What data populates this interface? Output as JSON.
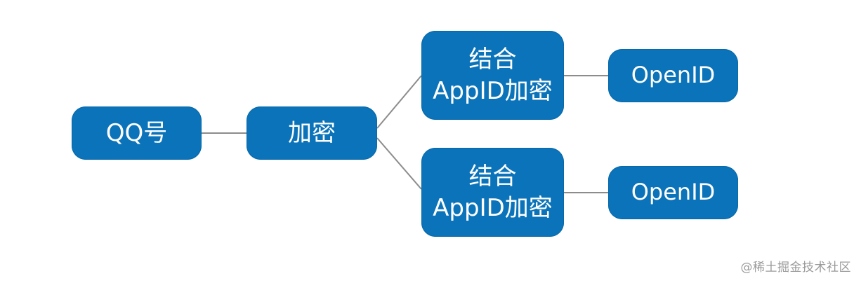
{
  "nodes": {
    "qq": "QQ号",
    "encrypt": "加密",
    "combine_top_line1": "结合",
    "combine_top_line2": "AppID加密",
    "combine_bottom_line1": "结合",
    "combine_bottom_line2": "AppID加密",
    "openid_top": "OpenID",
    "openid_bottom": "OpenID"
  },
  "watermark": "@稀土掘金技术社区",
  "colors": {
    "node_fill": "#0a73b9",
    "node_text": "#ffffff",
    "connector": "#8c8c8c",
    "watermark": "#9a9a9a"
  }
}
